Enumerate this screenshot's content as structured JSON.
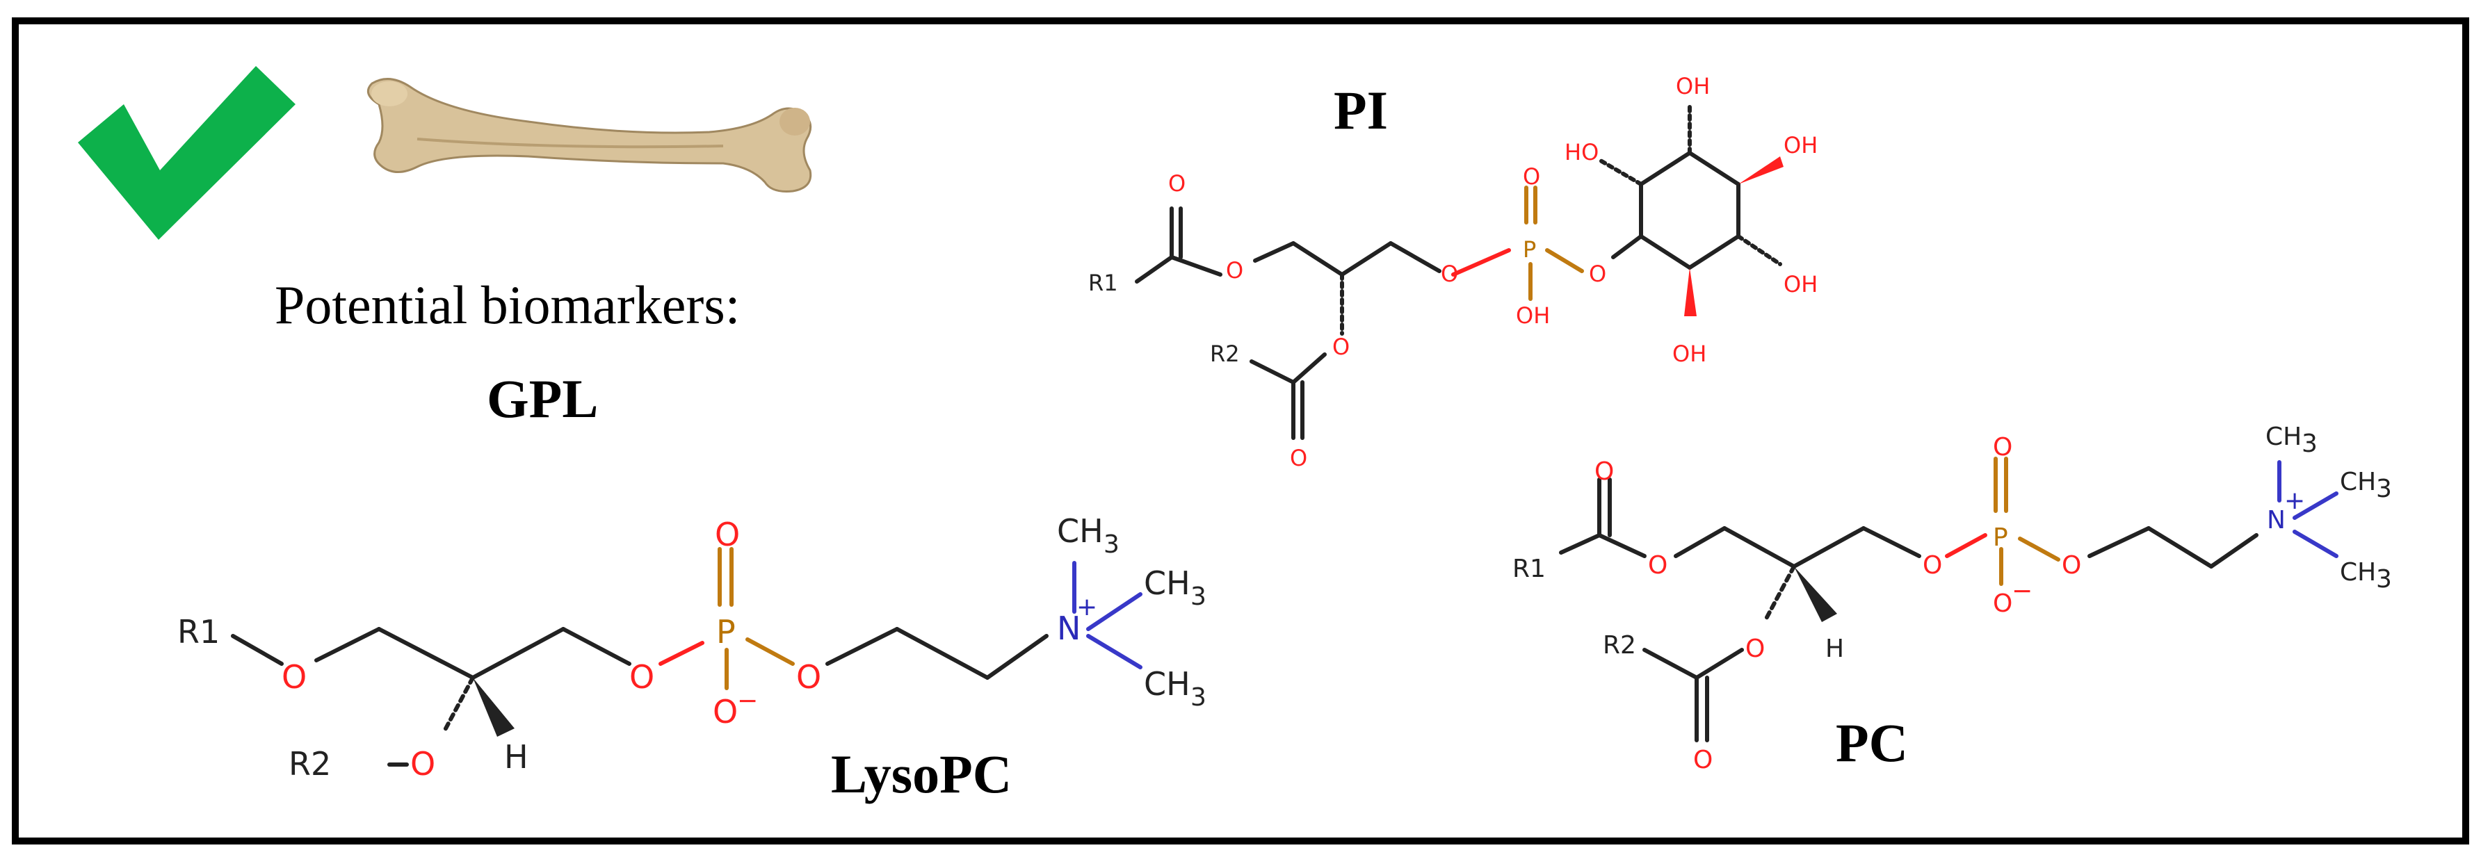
{
  "header": {
    "potential_label": "Potential biomarkers:",
    "class_label": "GPL"
  },
  "molecules": {
    "pi": {
      "name": "PI"
    },
    "lysopc": {
      "name": "LysoPC"
    },
    "pc": {
      "name": "PC"
    }
  },
  "atoms": {
    "r1": "R1",
    "r2": "R2",
    "o": "O",
    "p": "P",
    "n": "N",
    "h": "H",
    "oh": "OH",
    "ho": "HO",
    "ch3": "CH",
    "sub3": "3",
    "minus": "−",
    "plus": "+"
  },
  "icons": {
    "check": "check-mark-icon",
    "bone": "femur-bone-icon"
  },
  "colors": {
    "check": "#0db14b",
    "oxygen": "#ff2020",
    "phosphorus": "#b87300",
    "nitrogen": "#2a2ab8",
    "bone": "#d8c29a"
  }
}
